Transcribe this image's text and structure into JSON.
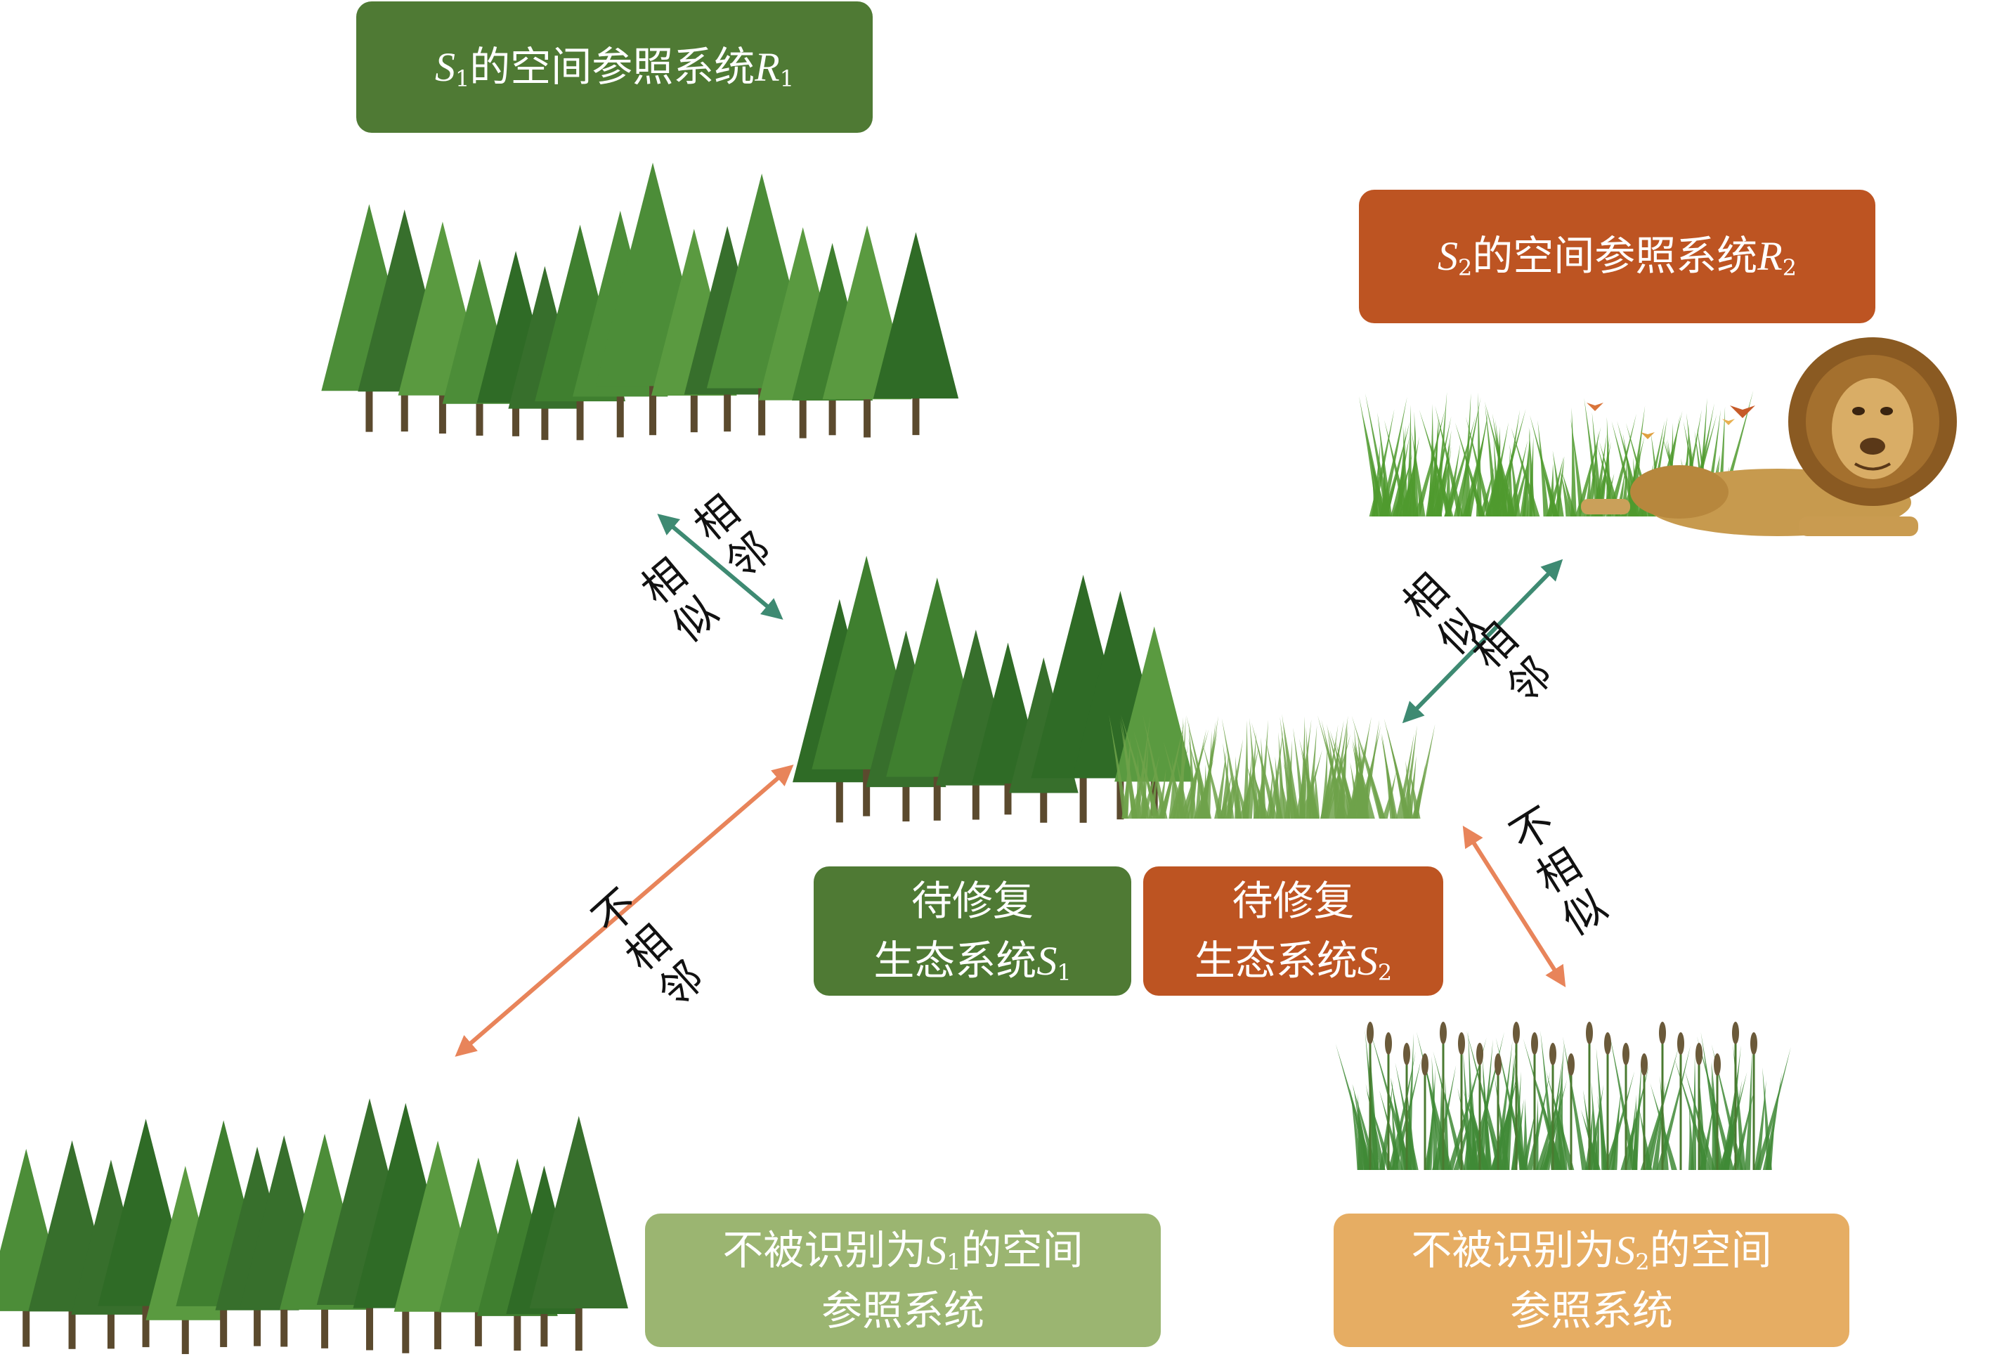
{
  "colors": {
    "dark_green": "#4f7a34",
    "dark_orange": "#bd5422",
    "light_green": "#9bb571",
    "light_orange": "#e6ad63",
    "arrow_teal": "#3e8a72",
    "arrow_orange": "#e8845a",
    "tree_green": "#3f7f2f",
    "grass_green": "#5a9a3a"
  },
  "boxes": {
    "r1": {
      "pre": "S",
      "sub": "1",
      "mid": "的空间参照系统",
      "var": "R",
      "varsub": "1"
    },
    "r2": {
      "pre": "S",
      "sub": "2",
      "mid": "的空间参照系统",
      "var": "R",
      "varsub": "2"
    },
    "s1": {
      "line1": "待修复",
      "line2_text": "生态系统",
      "var": "S",
      "varsub": "1"
    },
    "s2": {
      "line1": "待修复",
      "line2_text": "生态系统",
      "var": "S",
      "varsub": "2"
    },
    "not_r1": {
      "line1_text": "不被识别为",
      "var": "S",
      "varsub": "1",
      "line1_tail": "的空间",
      "line2": "参照系统"
    },
    "not_r2": {
      "line1_text": "不被识别为",
      "var": "S",
      "varsub": "2",
      "line1_tail": "的空间",
      "line2": "参照系统"
    }
  },
  "labels": {
    "r1_adjacent": "相邻",
    "r1_similar": "相似",
    "r2_similar": "相似",
    "r2_adjacent": "相邻",
    "bl_not_adjacent": "不相邻",
    "br_not_similar": "不相似"
  },
  "icons": {
    "forest_top": "forest-icon",
    "savanna_lion": "lion-icon",
    "butterflies": "butterfly-icon",
    "center_forest": "forest-icon",
    "center_grass": "grass-icon",
    "forest_bottom": "forest-icon",
    "reeds": "reed-icon"
  }
}
